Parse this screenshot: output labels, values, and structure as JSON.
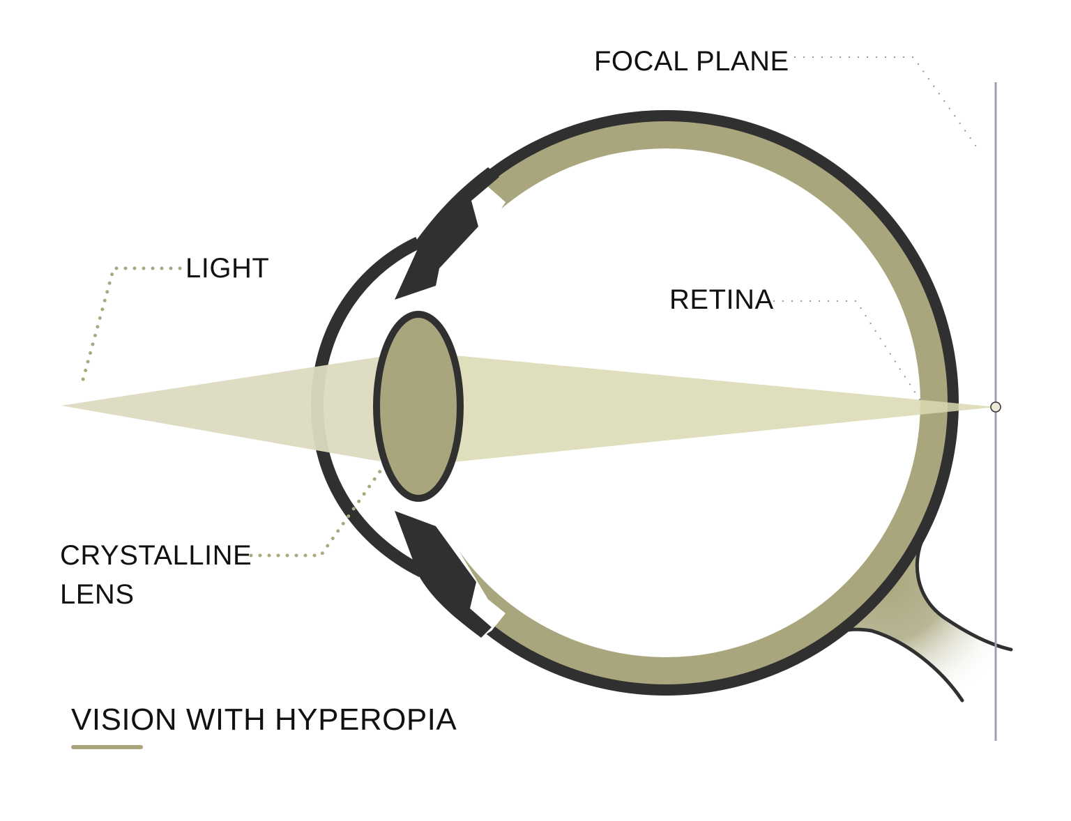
{
  "title": "VISION WITH HYPEROPIA",
  "labels": {
    "focal_plane": "FOCAL PLANE",
    "light": "LIGHT",
    "retina": "RETINA",
    "lens_line1": "CRYSTALLINE",
    "lens_line2": "LENS"
  },
  "colors": {
    "outline": "#303030",
    "retina_olive": "#A9A67D",
    "beam": "#DCDAC0",
    "beam_inner": "#D9D8B2",
    "leader_olive": "#ABA87F",
    "leader_gray": "#8A8F9A",
    "focal_line": "#9AA0AC",
    "focal_point": "#EBE9D6"
  }
}
